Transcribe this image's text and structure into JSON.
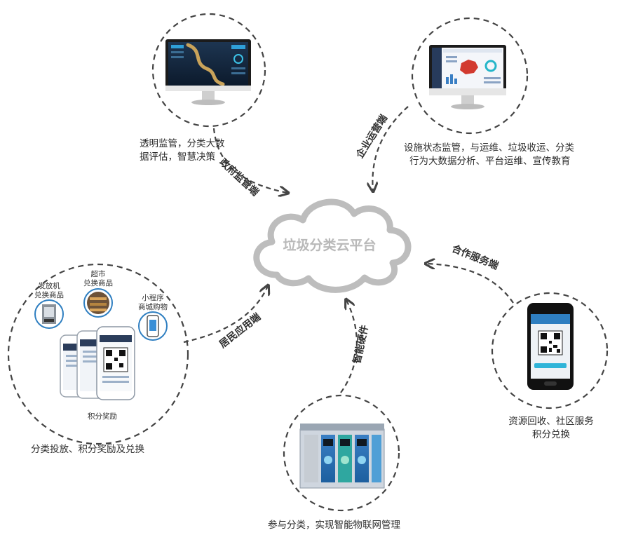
{
  "center": {
    "title": "垃圾分类云平台"
  },
  "connectors": {
    "government": "政府监管端",
    "enterprise": "企业运营端",
    "partner": "合作服务端",
    "hardware": "智能硬件",
    "resident": "居民应用端"
  },
  "nodes": {
    "government": {
      "caption_line1": "透明监管，分类大数",
      "caption_line2": "据评估，智慧决策",
      "icon": "monitor-dashboard-map"
    },
    "enterprise": {
      "caption_line1": "设施状态监管，与运维、垃圾收运、分类",
      "caption_line2": "行为大数据分析、平台运维、宣传教育",
      "icon": "monitor-dashboard-china-map"
    },
    "partner": {
      "caption_line1": "资源回收、社区服务",
      "caption_line2": "积分兑换",
      "icon": "smartphone-qr-code"
    },
    "hardware": {
      "caption": "参与分类，实现智能物联网管理",
      "icon": "smart-recycling-bins"
    },
    "resident": {
      "caption": "分类投放、积分奖励及兑换",
      "icon": "phones-app",
      "badges": {
        "dispenser_line1": "发放机",
        "dispenser_line2": "兑换商品",
        "supermarket_line1": "超市",
        "supermarket_line2": "兑换商品",
        "miniprogram_line1": "小程序",
        "miniprogram_line2": "商城购物",
        "points": "积分奖励"
      }
    }
  },
  "colors": {
    "dashed_circle": "#444444",
    "cloud": "#bdbdbd",
    "accent_blue": "#2f7fc1",
    "arrow": "#444444"
  }
}
